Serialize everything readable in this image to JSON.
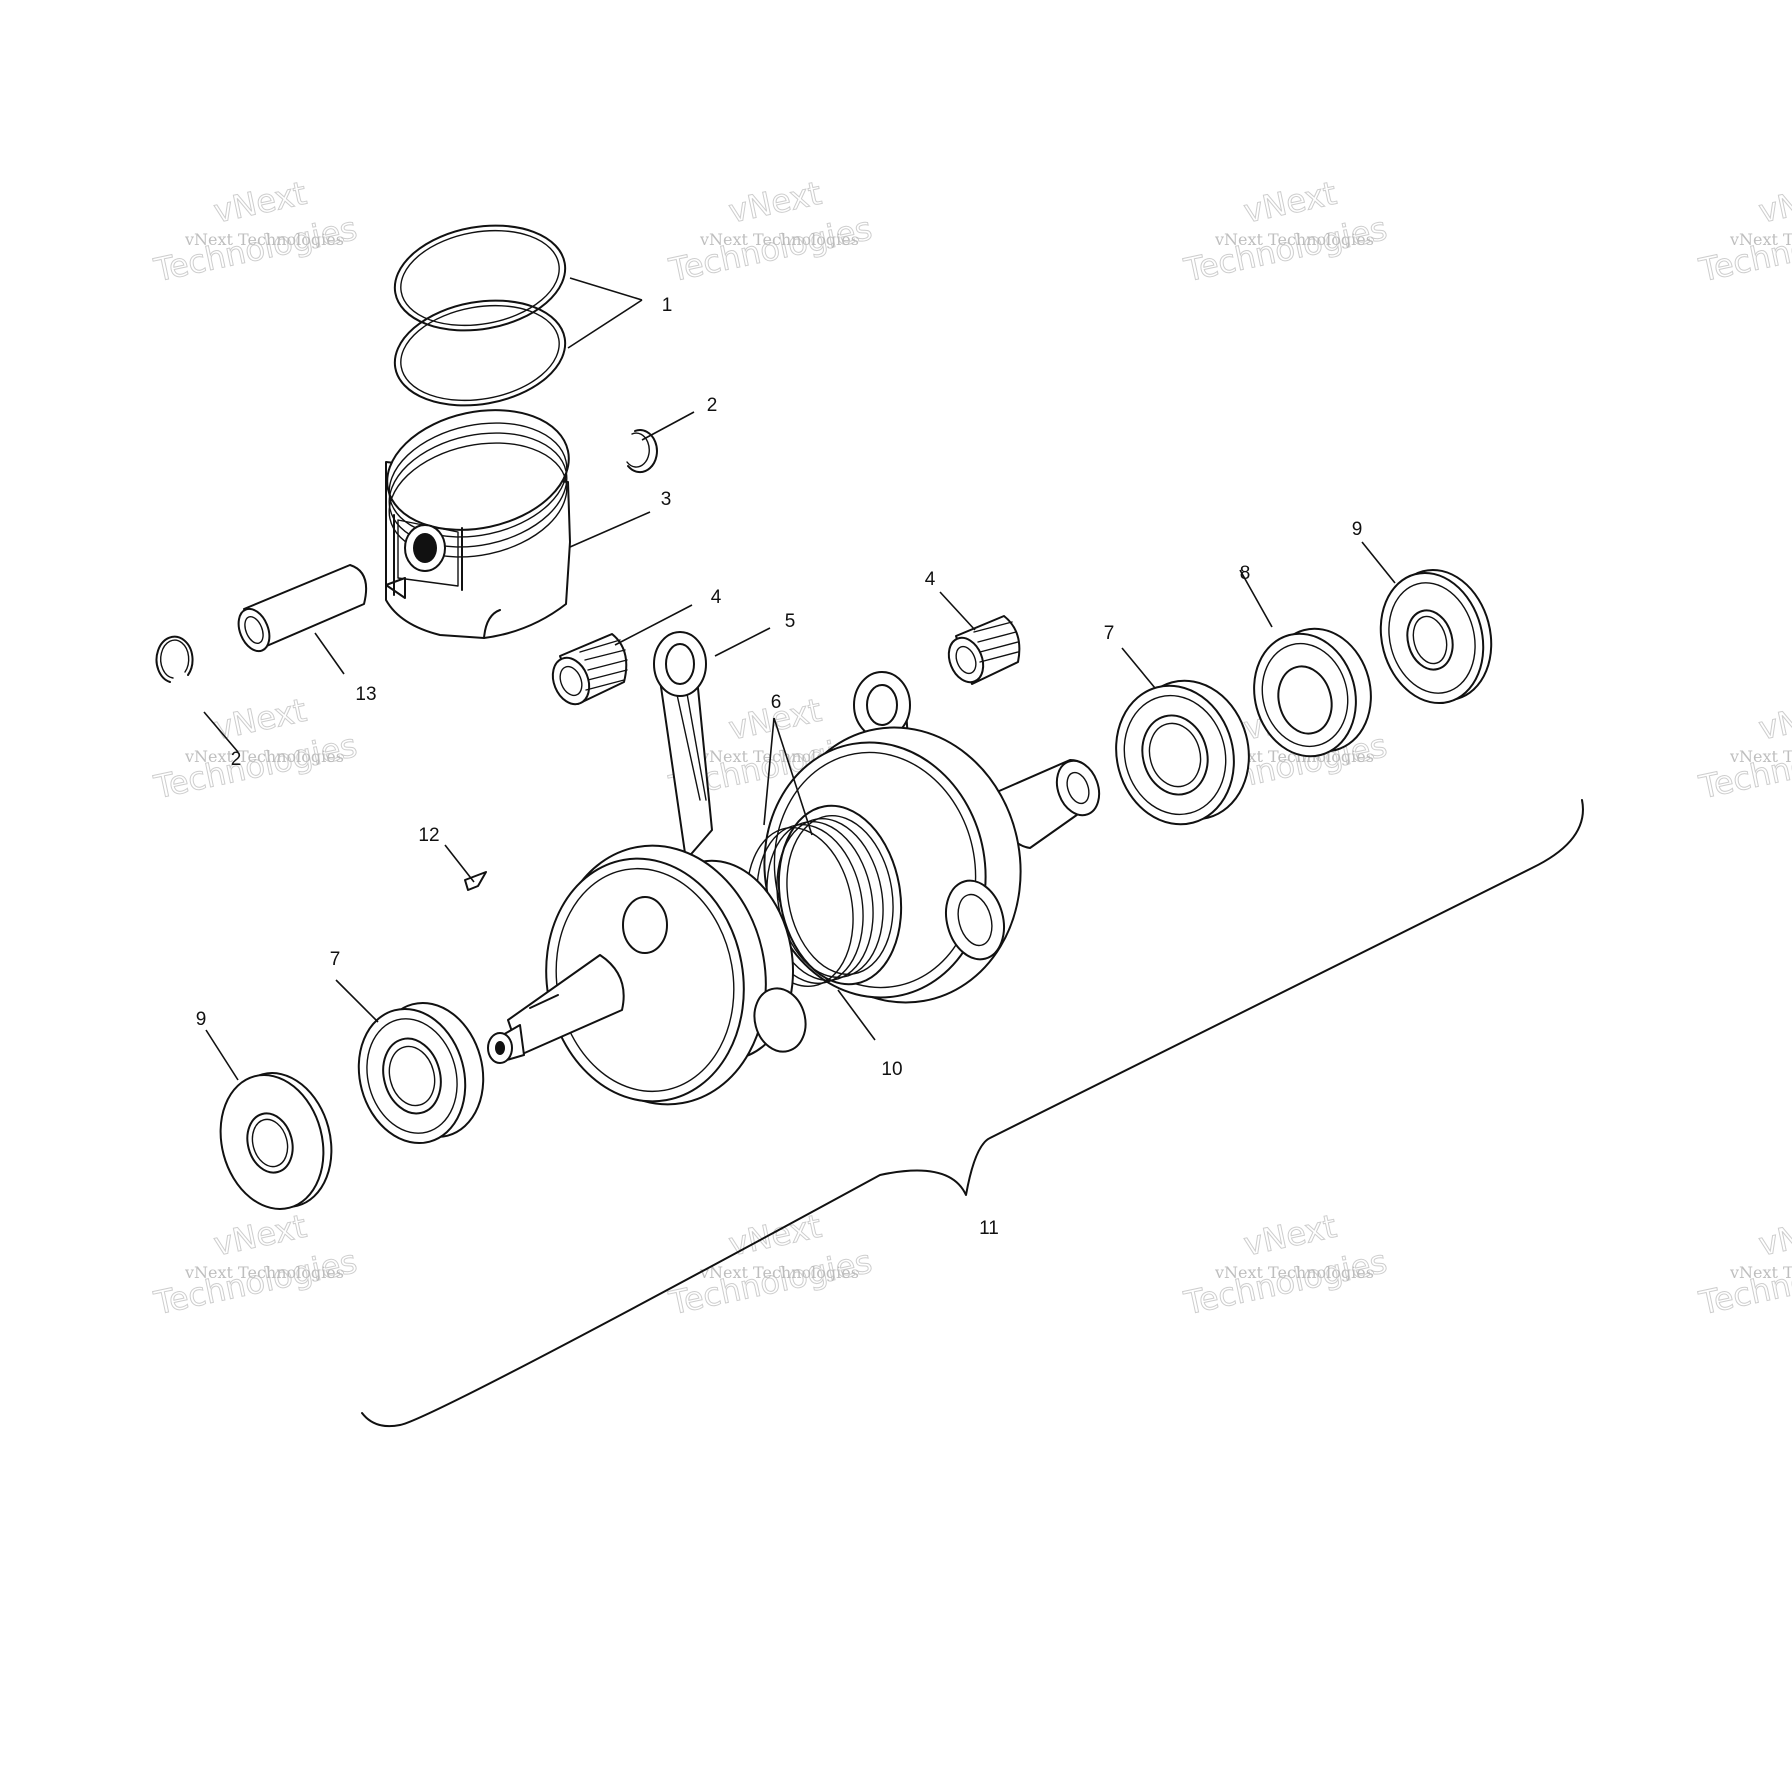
{
  "watermark": {
    "text_small": "vNext Technologies",
    "text_top": "vNext",
    "text_bottom": "Technologies"
  },
  "callouts": [
    {
      "id": "c1",
      "label": "1"
    },
    {
      "id": "c2a",
      "label": "2"
    },
    {
      "id": "c2b",
      "label": "2"
    },
    {
      "id": "c3",
      "label": "3"
    },
    {
      "id": "c4a",
      "label": "4"
    },
    {
      "id": "c4b",
      "label": "4"
    },
    {
      "id": "c5",
      "label": "5"
    },
    {
      "id": "c6",
      "label": "6"
    },
    {
      "id": "c7a",
      "label": "7"
    },
    {
      "id": "c7b",
      "label": "7"
    },
    {
      "id": "c8",
      "label": "8"
    },
    {
      "id": "c9a",
      "label": "9"
    },
    {
      "id": "c9b",
      "label": "9"
    },
    {
      "id": "c10",
      "label": "10"
    },
    {
      "id": "c11",
      "label": "11"
    },
    {
      "id": "c12",
      "label": "12"
    },
    {
      "id": "c13",
      "label": "13"
    }
  ]
}
